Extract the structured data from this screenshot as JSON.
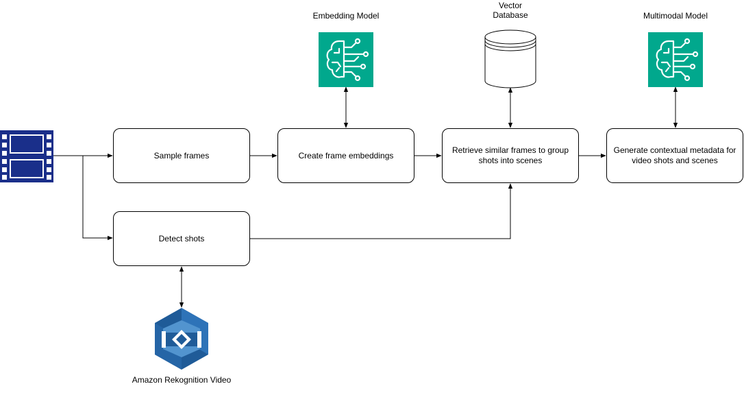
{
  "nodes": {
    "sample_frames": "Sample frames",
    "create_embeddings": "Create frame embeddings",
    "retrieve_similar": "Retrieve similar frames to group shots into scenes",
    "generate_metadata": "Generate contextual metadata for video shots and scenes",
    "detect_shots": "Detect shots"
  },
  "services": {
    "embedding_model": "Embedding Model",
    "vector_db_line1": "Vector",
    "vector_db_line2": "Database",
    "multimodal_model": "Multimodal Model",
    "rekognition": "Amazon Rekognition Video"
  },
  "colors": {
    "ai_model": "#01a88d",
    "rekognition_dark": "#1f5b98",
    "rekognition_mid": "#2e73b8",
    "rekognition_light": "#5294cf",
    "film": "#1a2f8a",
    "line": "#000000"
  },
  "icons": {
    "input": "film-strip-icon",
    "embedding_model": "brain-circuit-icon",
    "vector_db": "database-cylinder-icon",
    "multimodal_model": "brain-circuit-icon",
    "rekognition": "rekognition-hexagon-icon"
  }
}
